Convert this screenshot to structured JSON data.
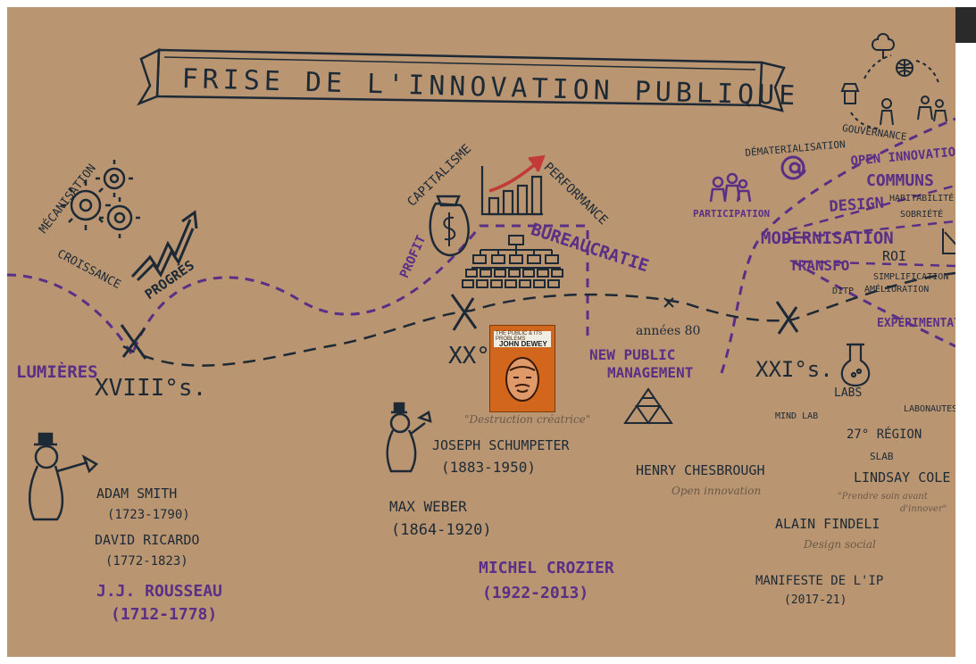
{
  "title": "FRISE DE L'INNOVATION PUBLIQUE",
  "eras": {
    "xviii": "XVIII°s.",
    "xx": "XX°s.",
    "xxi": "XXI°s.",
    "annees80": "années 80",
    "lumieres": "LUMIÈRES"
  },
  "concepts": {
    "mecanisation": "MÉCANISATION",
    "croissance": "CROISSANCE",
    "progres": "PROGRÈS",
    "profit": "PROFIT",
    "capitalisme": "CAPITALISME",
    "performance": "PERFORMANCE",
    "bureaucratie": "BUREAUCRATIE",
    "npm_line1": "NEW PUBLIC",
    "npm_line2": "MANAGEMENT",
    "dematerialisation": "DÉMATERIALISATION",
    "participation": "PARTICIPATION",
    "gouvernance": "GOUVERNANCE",
    "open_innovation": "OPEN INNOVATION",
    "communs": "COMMUNS",
    "habitabilite": "HABITABILITÉ",
    "sobriete": "SOBRIÉTÉ",
    "design": "DESIGN",
    "modernisation": "MODERNISATION",
    "transfo": "TRANSFO",
    "roi": "ROI",
    "ditp": "DITP",
    "simplification": "SIMPLIFICATION",
    "amelioration": "AMÉLIORATION",
    "experimentation": "EXPÉRIMENTATION",
    "labs": "LABS",
    "mind_lab": "MIND LAB",
    "labonautes": "LABONAUTES",
    "region27": "27° RÉGION",
    "slab": "SLAB"
  },
  "people": {
    "adam_smith": "ADAM SMITH",
    "adam_smith_dates": "(1723-1790)",
    "ricardo": "DAVID RICARDO",
    "ricardo_dates": "(1772-1823)",
    "rousseau": "J.J. ROUSSEAU",
    "rousseau_dates": "(1712-1778)",
    "schumpeter": "JOSEPH SCHUMPETER",
    "schumpeter_dates": "(1883-1950)",
    "schumpeter_quote": "\"Destruction créatrice\"",
    "weber": "MAX WEBER",
    "weber_dates": "(1864-1920)",
    "crozier": "MICHEL CROZIER",
    "crozier_dates": "(1922-2013)",
    "chesbrough": "HENRY CHESBROUGH",
    "chesbrough_note": "Open innovation",
    "cole": "LINDSAY COLE",
    "cole_quote1": "\"Prendre soin avant",
    "cole_quote2": "d'innover\"",
    "findeli": "ALAIN FINDELI",
    "findeli_note": "Design social",
    "manifeste": "MANIFESTE DE L'IP",
    "manifeste_dates": "(2017-21)"
  },
  "book": {
    "line1": "THE PUBLIC & ITS PROBLEMS",
    "line2": "JOHN DEWEY"
  },
  "colors": {
    "board": "#b99571",
    "ink": "#1d2a36",
    "purple": "#5a2f86",
    "red_arrow": "#c23a3a",
    "book": "#d2661c"
  }
}
